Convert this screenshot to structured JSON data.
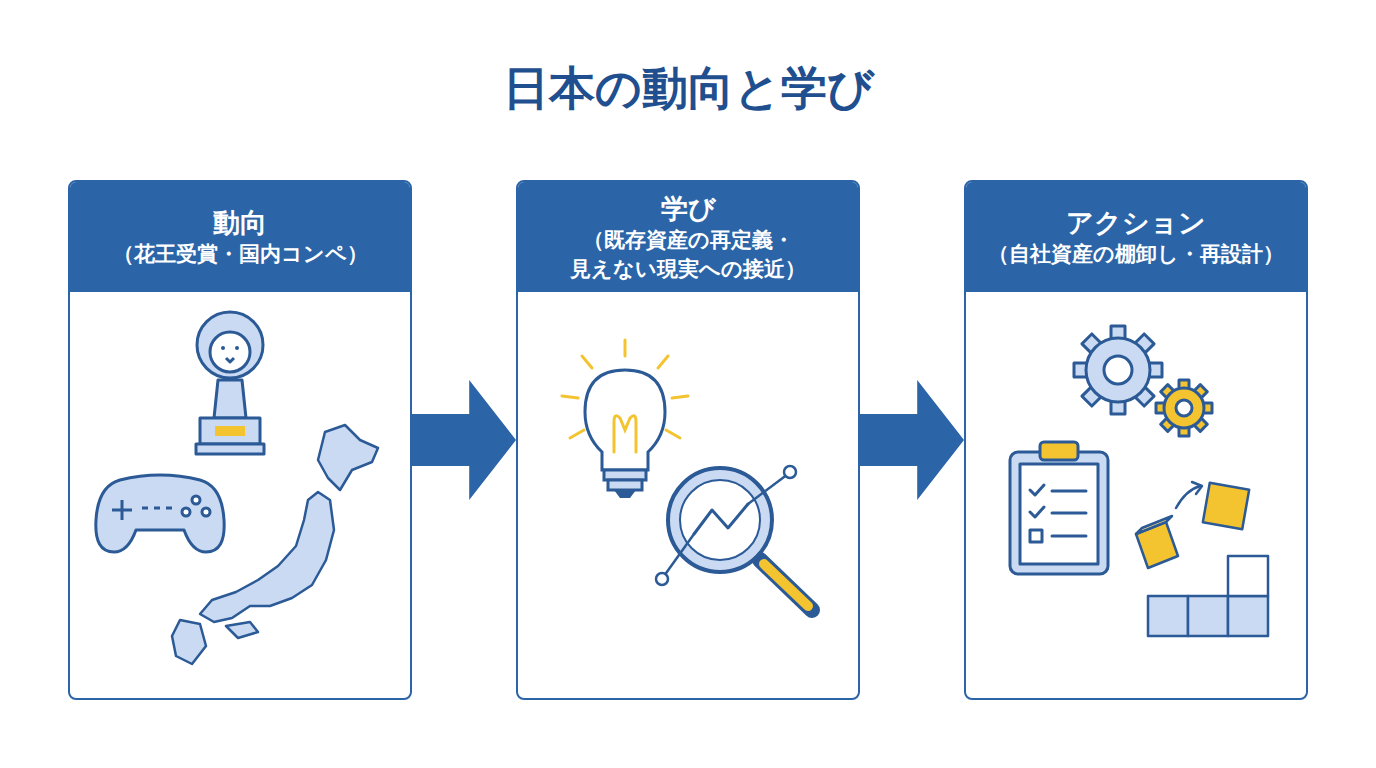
{
  "diagram": {
    "title": "日本の動向と学び",
    "nodes": [
      {
        "text": [
          "動向",
          "（花王受賞・国内コンペ）"
        ]
      },
      {
        "text": [
          "学び",
          "（既存資産の再定義・ 見えない現実への接近）"
        ]
      },
      {
        "text": [
          "アクション",
          "（自社資産の棚卸し・再設計）"
        ]
      }
    ],
    "edges": [
      {
        "from": 0,
        "to": 1,
        "arrow": "to"
      },
      {
        "from": 1,
        "to": 2,
        "arrow": "to"
      }
    ]
  }
}
